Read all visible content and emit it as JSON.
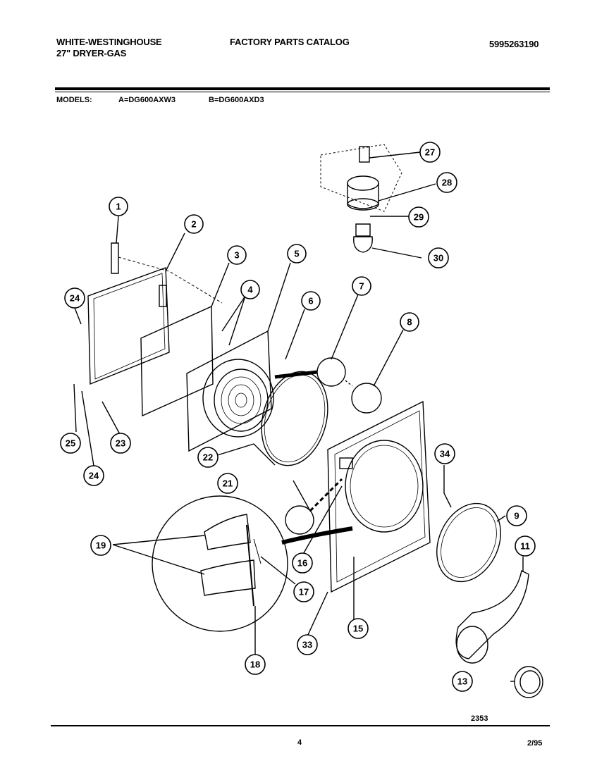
{
  "header": {
    "brand_line1": "WHITE-WESTINGHOUSE",
    "brand_line2": "27\" DRYER-GAS",
    "catalog_title": "FACTORY PARTS CATALOG",
    "catalog_number": "5995263190"
  },
  "models": {
    "label": "MODELS:",
    "model_a": "A=DG600AXW3",
    "model_b": "B=DG600AXD3"
  },
  "diagram": {
    "callouts": [
      "1",
      "2",
      "3",
      "4",
      "5",
      "6",
      "7",
      "8",
      "9",
      "11",
      "13",
      "15",
      "16",
      "17",
      "18",
      "19",
      "21",
      "22",
      "23",
      "24",
      "24",
      "25",
      "27",
      "28",
      "29",
      "30",
      "33",
      "34"
    ]
  },
  "footer": {
    "figure_number": "2353",
    "page_number": "4",
    "date": "2/95"
  }
}
